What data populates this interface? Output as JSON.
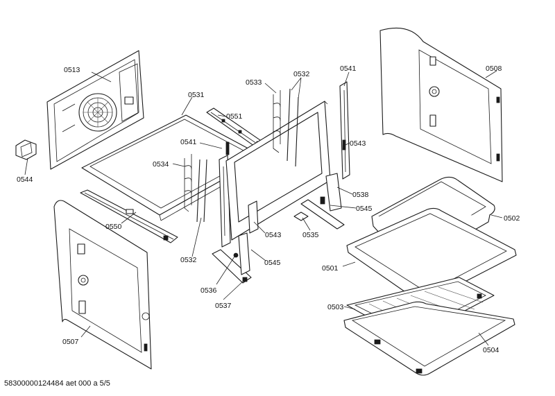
{
  "diagram": {
    "labels": {
      "p0513": "0513",
      "p0531": "0531",
      "p0533": "0533",
      "p0532a": "0532",
      "p0541a": "0541",
      "p0508": "0508",
      "p0551": "0551",
      "p0541b": "0541",
      "p0534": "0534",
      "p0543a": "0543",
      "p0544": "0544",
      "p0538": "0538",
      "p0545a": "0545",
      "p0550": "0550",
      "p0502": "0502",
      "p0543b": "0543",
      "p0535": "0535",
      "p0532b": "0532",
      "p0545b": "0545",
      "p0501": "0501",
      "p0536": "0536",
      "p0537": "0537",
      "p0503": "0503",
      "p0507": "0507",
      "p0504": "0504"
    },
    "footer": "58300000124484 aet 000 a 5/5"
  }
}
